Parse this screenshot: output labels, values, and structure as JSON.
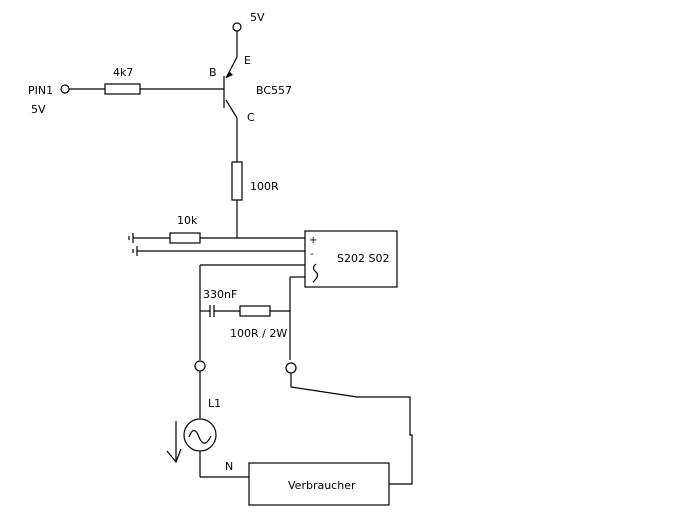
{
  "labels": {
    "vcc_top": "5V",
    "emitter": "E",
    "base": "B",
    "collector": "C",
    "transistor": "BC557",
    "pin": "PIN1",
    "pin_voltage": "5V",
    "r_base": "4k7",
    "r_collector": "100R",
    "r_gnd": "10k",
    "relay": "S202 S02",
    "relay_plus": "+",
    "relay_minus": "-",
    "cap": "330nF",
    "r_snubber": "100R / 2W",
    "phase": "L1",
    "neutral": "N",
    "load": "Verbraucher"
  }
}
